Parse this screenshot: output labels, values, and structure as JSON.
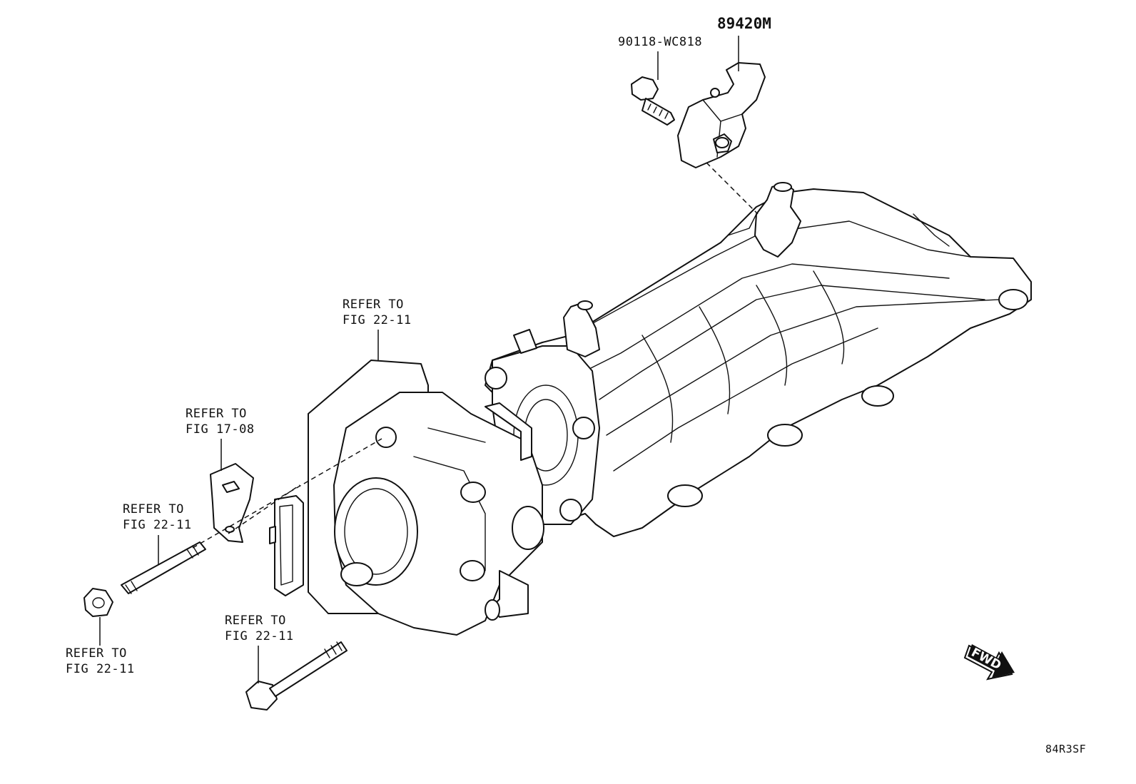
{
  "labels": {
    "sensor_part": "89420M",
    "bolt_part": "90118-WC818",
    "refer_throttle": {
      "line1": "REFER TO",
      "line2": "FIG 22-11"
    },
    "refer_bracket": {
      "line1": "REFER TO",
      "line2": "FIG 17-08"
    },
    "refer_stud": {
      "line1": "REFER TO",
      "line2": "FIG 22-11"
    },
    "refer_nut": {
      "line1": "REFER TO",
      "line2": "FIG 22-11"
    },
    "refer_bolt": {
      "line1": "REFER TO",
      "line2": "FIG 22-11"
    },
    "fwd": "FWD",
    "diagram_code": "84R3SF"
  }
}
